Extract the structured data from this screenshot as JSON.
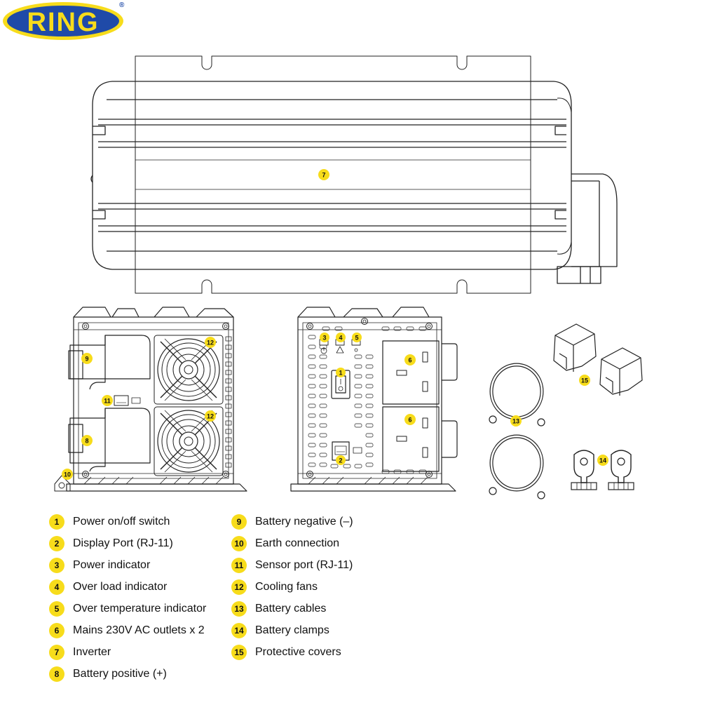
{
  "brand": {
    "name": "RING",
    "registered_mark": "®",
    "colors": {
      "ring_yellow": "#f7dc1b",
      "ring_blue": "#1f4aa8",
      "badge_yellow": "#f7dc1b",
      "line": "#222222"
    }
  },
  "callouts": {
    "inverter_top": "7",
    "side_battery_negative": "9",
    "side_sensor_port": "11",
    "side_battery_positive": "8",
    "side_earth": "10",
    "side_fan_top": "12",
    "side_fan_bottom": "12",
    "front_power_indicator": "3",
    "front_overload_indicator": "4",
    "front_overtemp_indicator": "5",
    "front_switch": "1",
    "front_display_port": "2",
    "front_outlet_top": "6",
    "front_outlet_bottom": "6",
    "cables": "13",
    "covers": "15",
    "clamps": "14"
  },
  "legend": {
    "left": [
      {
        "num": "1",
        "label": "Power on/off switch"
      },
      {
        "num": "2",
        "label": "Display Port (RJ-11)"
      },
      {
        "num": "3",
        "label": "Power indicator"
      },
      {
        "num": "4",
        "label": "Over load indicator"
      },
      {
        "num": "5",
        "label": "Over temperature indicator"
      },
      {
        "num": "6",
        "label": "Mains 230V AC outlets x 2"
      },
      {
        "num": "7",
        "label": "Inverter"
      },
      {
        "num": "8",
        "label": "Battery positive (+)"
      }
    ],
    "right": [
      {
        "num": "9",
        "label": "Battery negative (–)"
      },
      {
        "num": "10",
        "label": "Earth connection"
      },
      {
        "num": "11",
        "label": "Sensor port (RJ-11)"
      },
      {
        "num": "12",
        "label": "Cooling fans"
      },
      {
        "num": "13",
        "label": "Battery cables"
      },
      {
        "num": "14",
        "label": "Battery clamps"
      },
      {
        "num": "15",
        "label": "Protective covers"
      }
    ]
  }
}
